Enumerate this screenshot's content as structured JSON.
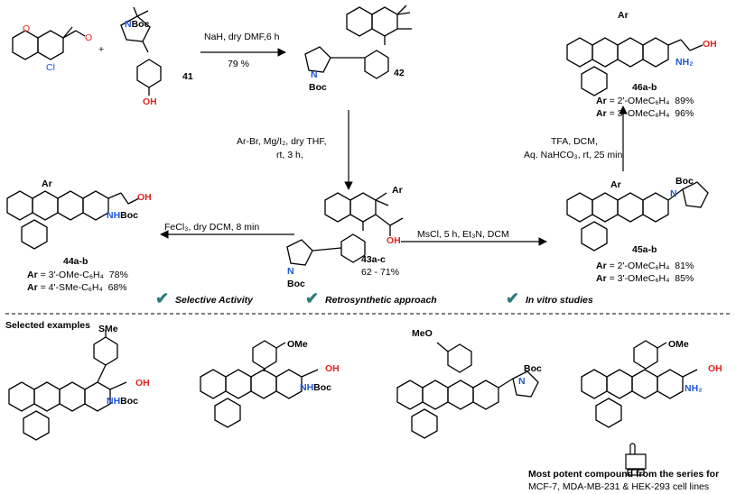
{
  "colors": {
    "nitrogen": "#1f56d6",
    "oxygen": "#e0261f",
    "check": "#2c7b7b",
    "bonds": "#000000"
  },
  "reactants": {
    "cl_aldehyde": {
      "cl": "Cl",
      "o_ring": "O",
      "o_cho": "O"
    },
    "amine_41": {
      "n": "N",
      "boc": "Boc",
      "oh": "OH",
      "label": "41"
    }
  },
  "plus": "+",
  "step1": {
    "reagents": "NaH, dry DMF,6 h",
    "yield": "79 %"
  },
  "cmpd42": {
    "label": "42",
    "n": "N",
    "boc": "Boc"
  },
  "step2": {
    "line1": "Ar-Br, Mg/I₂, dry THF,",
    "line2": "rt, 3 h,"
  },
  "cmpd43": {
    "label": "43a-c",
    "yield": "62 - 71%",
    "ar": "Ar",
    "oh": "OH",
    "n": "N",
    "boc": "Boc"
  },
  "step3_left": {
    "reagents": "FeCl₃, dry DCM, 8 min"
  },
  "cmpd44": {
    "label": "44a-b",
    "ar": "Ar",
    "oh": "OH",
    "nh": "NH",
    "boc": "Boc",
    "variants": [
      {
        "ar": "Ar",
        "eq": "= 3'-OMe-C₆H₄",
        "yield": "78%"
      },
      {
        "ar": "Ar",
        "eq": "= 4'-SMe-C₆H₄",
        "yield": "68%"
      }
    ]
  },
  "step3_right": {
    "reagents": "MsCl, 5 h, Et₃N, DCM"
  },
  "cmpd45": {
    "label": "45a-b",
    "ar": "Ar",
    "n": "N",
    "boc": "Boc",
    "variants": [
      {
        "ar": "Ar",
        "eq": "= 2'-OMeC₆H₄",
        "yield": "81%"
      },
      {
        "ar": "Ar",
        "eq": "= 3'-OMeC₆H₄",
        "yield": "85%"
      }
    ]
  },
  "step4": {
    "line1": "TFA, DCM,",
    "line2": "Aq. NaHCO₃, rt, 25 min"
  },
  "cmpd46": {
    "label": "46a-b",
    "ar": "Ar",
    "oh": "OH",
    "nh2": "NH₂",
    "variants": [
      {
        "ar": "Ar",
        "eq": "= 2'-OMeC₆H₄",
        "yield": "89%"
      },
      {
        "ar": "Ar",
        "eq": "= 3'-OMeC₆H₄",
        "yield": "96%"
      }
    ]
  },
  "highlights": [
    "Selective Activity",
    "Retrosynthetic approach",
    "In vitro studies"
  ],
  "selected_title": "Selected examples",
  "examples": [
    {
      "sub": "SMe",
      "oh": "OH",
      "nh": "NH",
      "boc": "Boc"
    },
    {
      "sub": "OMe",
      "oh": "OH",
      "nh": "NH",
      "boc": "Boc"
    },
    {
      "sub": "MeO",
      "n": "N",
      "boc": "Boc"
    },
    {
      "sub": "OMe",
      "oh": "OH",
      "nh2": "NH₂"
    }
  ],
  "footnote": {
    "title": "Most potent compound from the series for",
    "line2": "MCF-7, MDA-MB-231 & HEK-293 cell lines"
  }
}
